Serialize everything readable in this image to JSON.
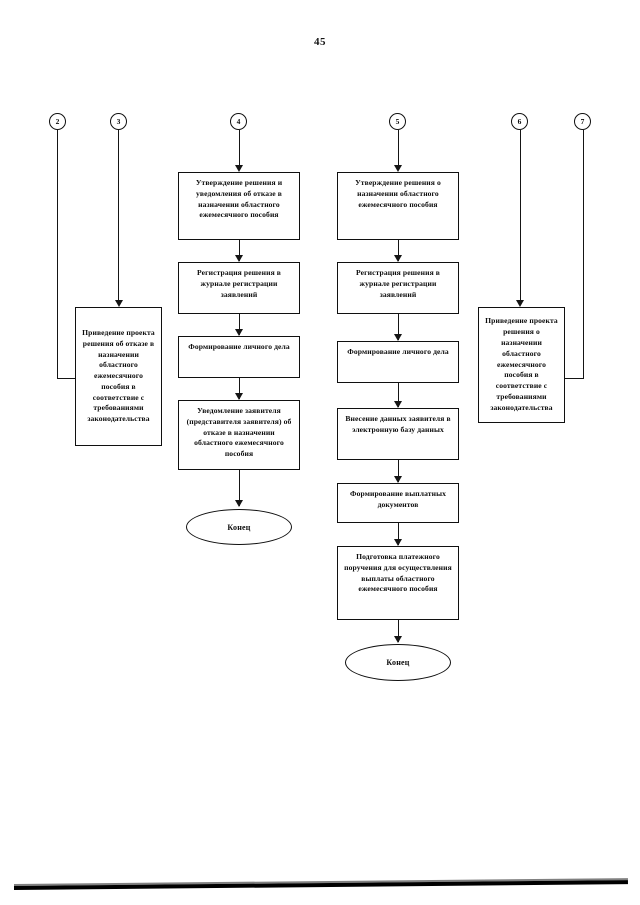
{
  "page": {
    "number": "45"
  },
  "connectors": [
    {
      "name": "connector-2",
      "label": "2"
    },
    {
      "name": "connector-3",
      "label": "3"
    },
    {
      "name": "connector-4",
      "label": "4"
    },
    {
      "name": "connector-5",
      "label": "5"
    },
    {
      "name": "connector-6",
      "label": "6"
    },
    {
      "name": "connector-7",
      "label": "7"
    }
  ],
  "column_left": {
    "node_refusal_revision": "Приведение проекта решения об отказе в назначении областного ежемесячного пособия в соответствие с требованиями законодательства"
  },
  "column_refusal": {
    "node_approve_refusal": "Утверждение решения и уведомления об отказе в назначении областного ежемесячного пособия",
    "node_register_decision": "Регистрация решения в журнале регистрации заявлений",
    "node_form_personal_file": "Формирование личного дела",
    "node_notify_applicant": "Уведомление заявителя (представителя заявителя) об отказе в назначении областного ежемесячного пособия",
    "terminator_end": "Конец"
  },
  "column_grant": {
    "node_approve_grant": "Утверждение решения о назначении областного ежемесячного пособия",
    "node_register_decision": "Регистрация решения в журнале регистрации заявлений",
    "node_form_personal_file": "Формирование личного дела",
    "node_enter_data": "Внесение данных заявителя в электронную базу данных",
    "node_form_payment_docs": "Формирование выплатных документов",
    "node_prepare_payment_order": "Подготовка платежного поручения для осуществления выплаты областного ежемесячного пособия",
    "terminator_end": "Конец"
  },
  "column_right": {
    "node_grant_revision": "Приведение проекта решения о назначении областного ежемесячного пособия в соответствие с требованиями законодательства"
  },
  "colors": {
    "ink": "#101010",
    "paper": "#ffffff"
  }
}
